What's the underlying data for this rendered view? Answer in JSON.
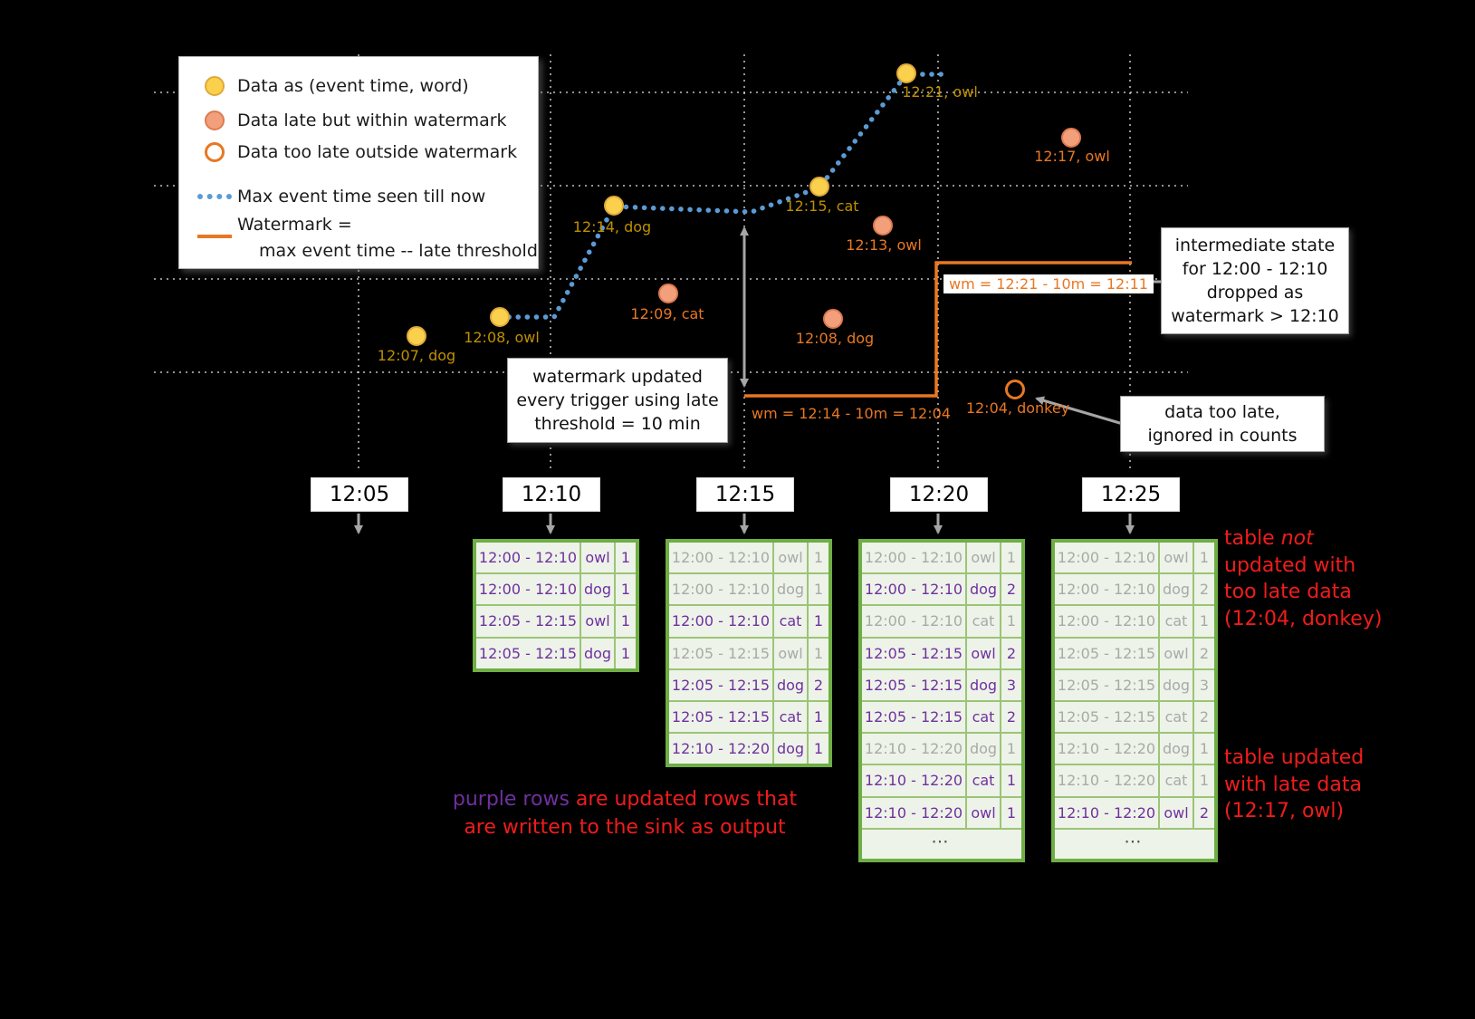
{
  "legend": {
    "items": [
      {
        "label": "Data as (event time, word)"
      },
      {
        "label": "Data late but within watermark"
      },
      {
        "label": "Data too late outside watermark"
      },
      {
        "label": "Max event time seen till now"
      },
      {
        "label_line1": "Watermark =",
        "label_line2": "max event time -- late threshold"
      }
    ]
  },
  "points": [
    {
      "label": "12:07, dog",
      "kind": "ontime"
    },
    {
      "label": "12:08, owl",
      "kind": "ontime"
    },
    {
      "label": "12:14, dog",
      "kind": "ontime"
    },
    {
      "label": "12:15, cat",
      "kind": "ontime"
    },
    {
      "label": "12:21, owl",
      "kind": "ontime"
    },
    {
      "label": "12:09, cat",
      "kind": "late"
    },
    {
      "label": "12:13, owl",
      "kind": "late"
    },
    {
      "label": "12:08, dog",
      "kind": "late"
    },
    {
      "label": "12:17, owl",
      "kind": "late"
    },
    {
      "label": "12:04, donkey",
      "kind": "too_late"
    }
  ],
  "watermark_labels": {
    "first": "wm = 12:14 - 10m = 12:04",
    "second": "wm = 12:21 - 10m = 12:11"
  },
  "callouts": {
    "watermark_update": "watermark updated\nevery trigger using late\nthreshold = 10 min",
    "intermediate_state": "intermediate state\nfor 12:00 - 12:10\ndropped as\nwatermark > 12:10",
    "too_late": "data too late,\nignored in counts"
  },
  "timeline": {
    "labels": [
      "12:05",
      "12:10",
      "12:15",
      "12:20",
      "12:25"
    ]
  },
  "tables": [
    {
      "trigger": "12:10",
      "more_rows": null,
      "rows": [
        {
          "window": "12:00 - 12:10",
          "word": "owl",
          "count": "1",
          "updated": true
        },
        {
          "window": "12:00 - 12:10",
          "word": "dog",
          "count": "1",
          "updated": true
        },
        {
          "window": "12:05 - 12:15",
          "word": "owl",
          "count": "1",
          "updated": true
        },
        {
          "window": "12:05 - 12:15",
          "word": "dog",
          "count": "1",
          "updated": true
        }
      ]
    },
    {
      "trigger": "12:15",
      "more_rows": null,
      "rows": [
        {
          "window": "12:00 - 12:10",
          "word": "owl",
          "count": "1",
          "updated": false
        },
        {
          "window": "12:00 - 12:10",
          "word": "dog",
          "count": "1",
          "updated": false
        },
        {
          "window": "12:00 - 12:10",
          "word": "cat",
          "count": "1",
          "updated": true
        },
        {
          "window": "12:05 - 12:15",
          "word": "owl",
          "count": "1",
          "updated": false
        },
        {
          "window": "12:05 - 12:15",
          "word": "dog",
          "count": "2",
          "updated": true
        },
        {
          "window": "12:05 - 12:15",
          "word": "cat",
          "count": "1",
          "updated": true
        },
        {
          "window": "12:10 - 12:20",
          "word": "dog",
          "count": "1",
          "updated": true
        }
      ]
    },
    {
      "trigger": "12:20",
      "more_rows": "⋯",
      "rows": [
        {
          "window": "12:00 - 12:10",
          "word": "owl",
          "count": "1",
          "updated": false
        },
        {
          "window": "12:00 - 12:10",
          "word": "dog",
          "count": "2",
          "updated": true
        },
        {
          "window": "12:00 - 12:10",
          "word": "cat",
          "count": "1",
          "updated": false
        },
        {
          "window": "12:05 - 12:15",
          "word": "owl",
          "count": "2",
          "updated": true
        },
        {
          "window": "12:05 - 12:15",
          "word": "dog",
          "count": "3",
          "updated": true
        },
        {
          "window": "12:05 - 12:15",
          "word": "cat",
          "count": "2",
          "updated": true
        },
        {
          "window": "12:10 - 12:20",
          "word": "dog",
          "count": "1",
          "updated": false
        },
        {
          "window": "12:10 - 12:20",
          "word": "cat",
          "count": "1",
          "updated": true
        },
        {
          "window": "12:10 - 12:20",
          "word": "owl",
          "count": "1",
          "updated": true
        }
      ]
    },
    {
      "trigger": "12:25",
      "more_rows": "⋯",
      "rows": [
        {
          "window": "12:00 - 12:10",
          "word": "owl",
          "count": "1",
          "updated": false
        },
        {
          "window": "12:00 - 12:10",
          "word": "dog",
          "count": "2",
          "updated": false
        },
        {
          "window": "12:00 - 12:10",
          "word": "cat",
          "count": "1",
          "updated": false
        },
        {
          "window": "12:05 - 12:15",
          "word": "owl",
          "count": "2",
          "updated": false
        },
        {
          "window": "12:05 - 12:15",
          "word": "dog",
          "count": "3",
          "updated": false
        },
        {
          "window": "12:05 - 12:15",
          "word": "cat",
          "count": "2",
          "updated": false
        },
        {
          "window": "12:10 - 12:20",
          "word": "dog",
          "count": "1",
          "updated": false
        },
        {
          "window": "12:10 - 12:20",
          "word": "cat",
          "count": "1",
          "updated": false
        },
        {
          "window": "12:10 - 12:20",
          "word": "owl",
          "count": "2",
          "updated": true
        }
      ]
    }
  ],
  "notes": {
    "too_late_note": {
      "line1_pre": "table ",
      "line1_em": "not",
      "line2": "updated with",
      "line3": "too late data",
      "line4": "(12:04, donkey)"
    },
    "late_note": "table updated\nwith late data\n(12:17, owl)",
    "purple_note": {
      "highlight": "purple rows",
      "line1_rest": " are updated rows that",
      "line2": "are written to the sink as output"
    }
  }
}
